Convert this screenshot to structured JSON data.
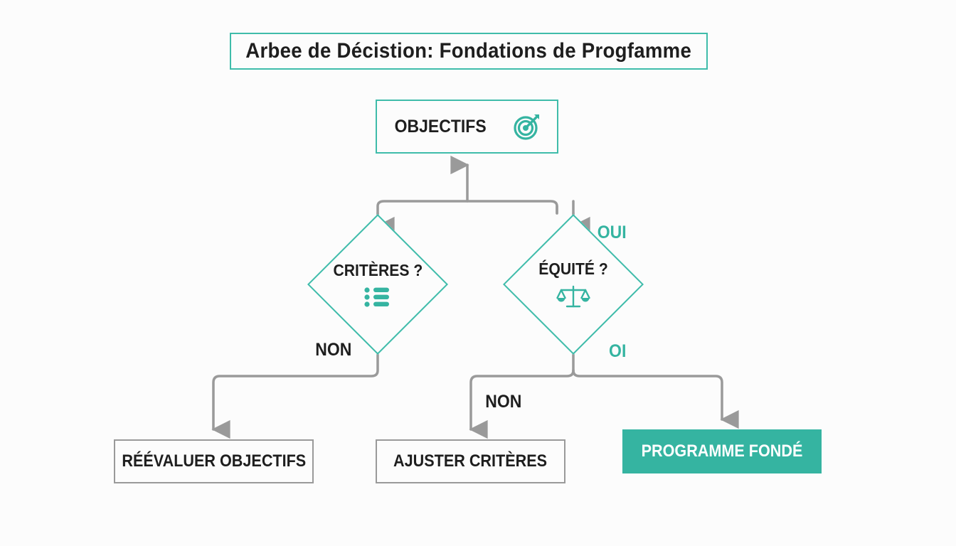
{
  "diagram": {
    "title": "Arbee de Décistion: Fondations de Progfamme",
    "type": "decision-tree",
    "language": "fr",
    "colors": {
      "accent_teal": "#35B4A1",
      "border_teal": "#3FBCAA",
      "connector_gray": "#9a9a9a",
      "leaf_border_gray": "#9a9a9a",
      "text_dark": "#1e1e1e",
      "text_on_accent": "#ffffff",
      "background": "#fcfcfc"
    },
    "nodes": {
      "root": {
        "label": "OBJECTIFS",
        "icon": "target-icon",
        "style": "teal-outline"
      },
      "decision_criteres": {
        "label": "CRITÈRES ?",
        "icon": "bullet-list-icon",
        "style": "teal-diamond"
      },
      "decision_equite": {
        "label": "ÉQUITÉ ?",
        "icon": "scales-icon",
        "style": "teal-diamond"
      },
      "leaf_reevaluer": {
        "label": "RÉÉVALUER OBJECTIFS",
        "style": "gray-outline"
      },
      "leaf_ajuster": {
        "label": "AJUSTER CRITÈRES",
        "style": "gray-outline"
      },
      "leaf_fonde": {
        "label": "PROGRAMME FONDÉ",
        "style": "teal-filled"
      }
    },
    "edge_labels": {
      "oui_top_right": "OUI",
      "oui_bottom_right": "OI",
      "non_criteres": "NON",
      "non_equite": "NON"
    }
  }
}
